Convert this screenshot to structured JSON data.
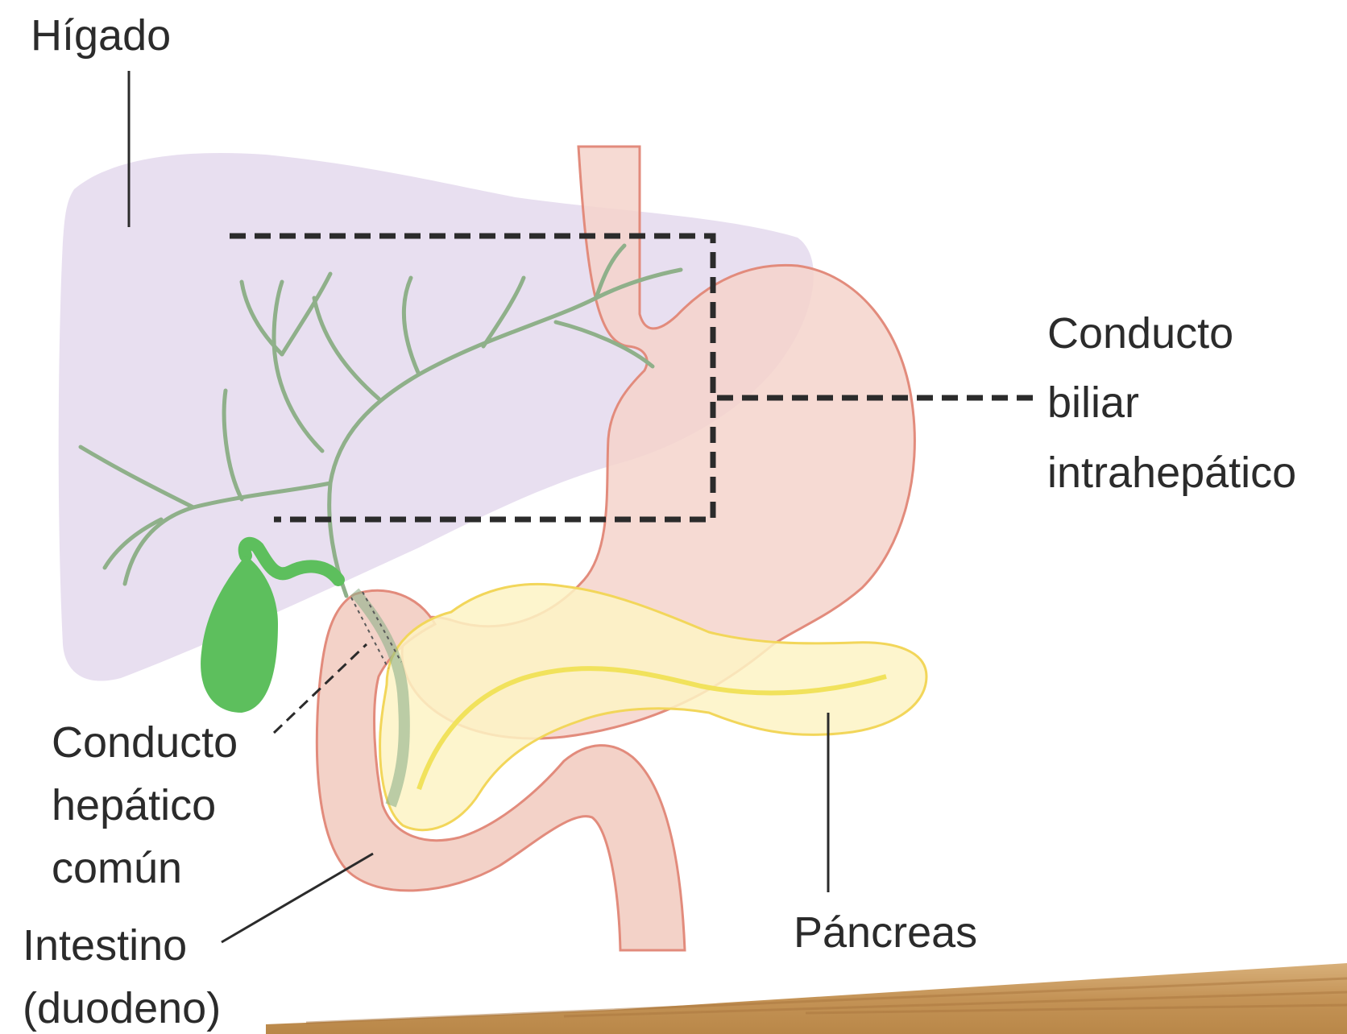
{
  "labels": {
    "liver": "Hígado",
    "intrahepatic_duct": [
      "Conducto",
      "biliar",
      "intrahepático"
    ],
    "common_hepatic_duct": [
      "Conducto",
      "hepático",
      "común"
    ],
    "pancreas": "Páncreas",
    "intestine": [
      "Intestino",
      "(duodeno)"
    ]
  },
  "colors": {
    "liver": "#e6dbee",
    "stomach": "#f4d4cb",
    "stomach_outline": "#e28b7c",
    "duodenum": "#f3d2c8",
    "pancreas": "#fdf3c4",
    "pancreas_outline": "#f2d65a",
    "pancreatic_duct": "#f1e25c",
    "bile_ducts": "#8fb08a",
    "gallbladder": "#5dbf5d",
    "leader": "#2b2b2b",
    "wood": "#c79a63"
  }
}
